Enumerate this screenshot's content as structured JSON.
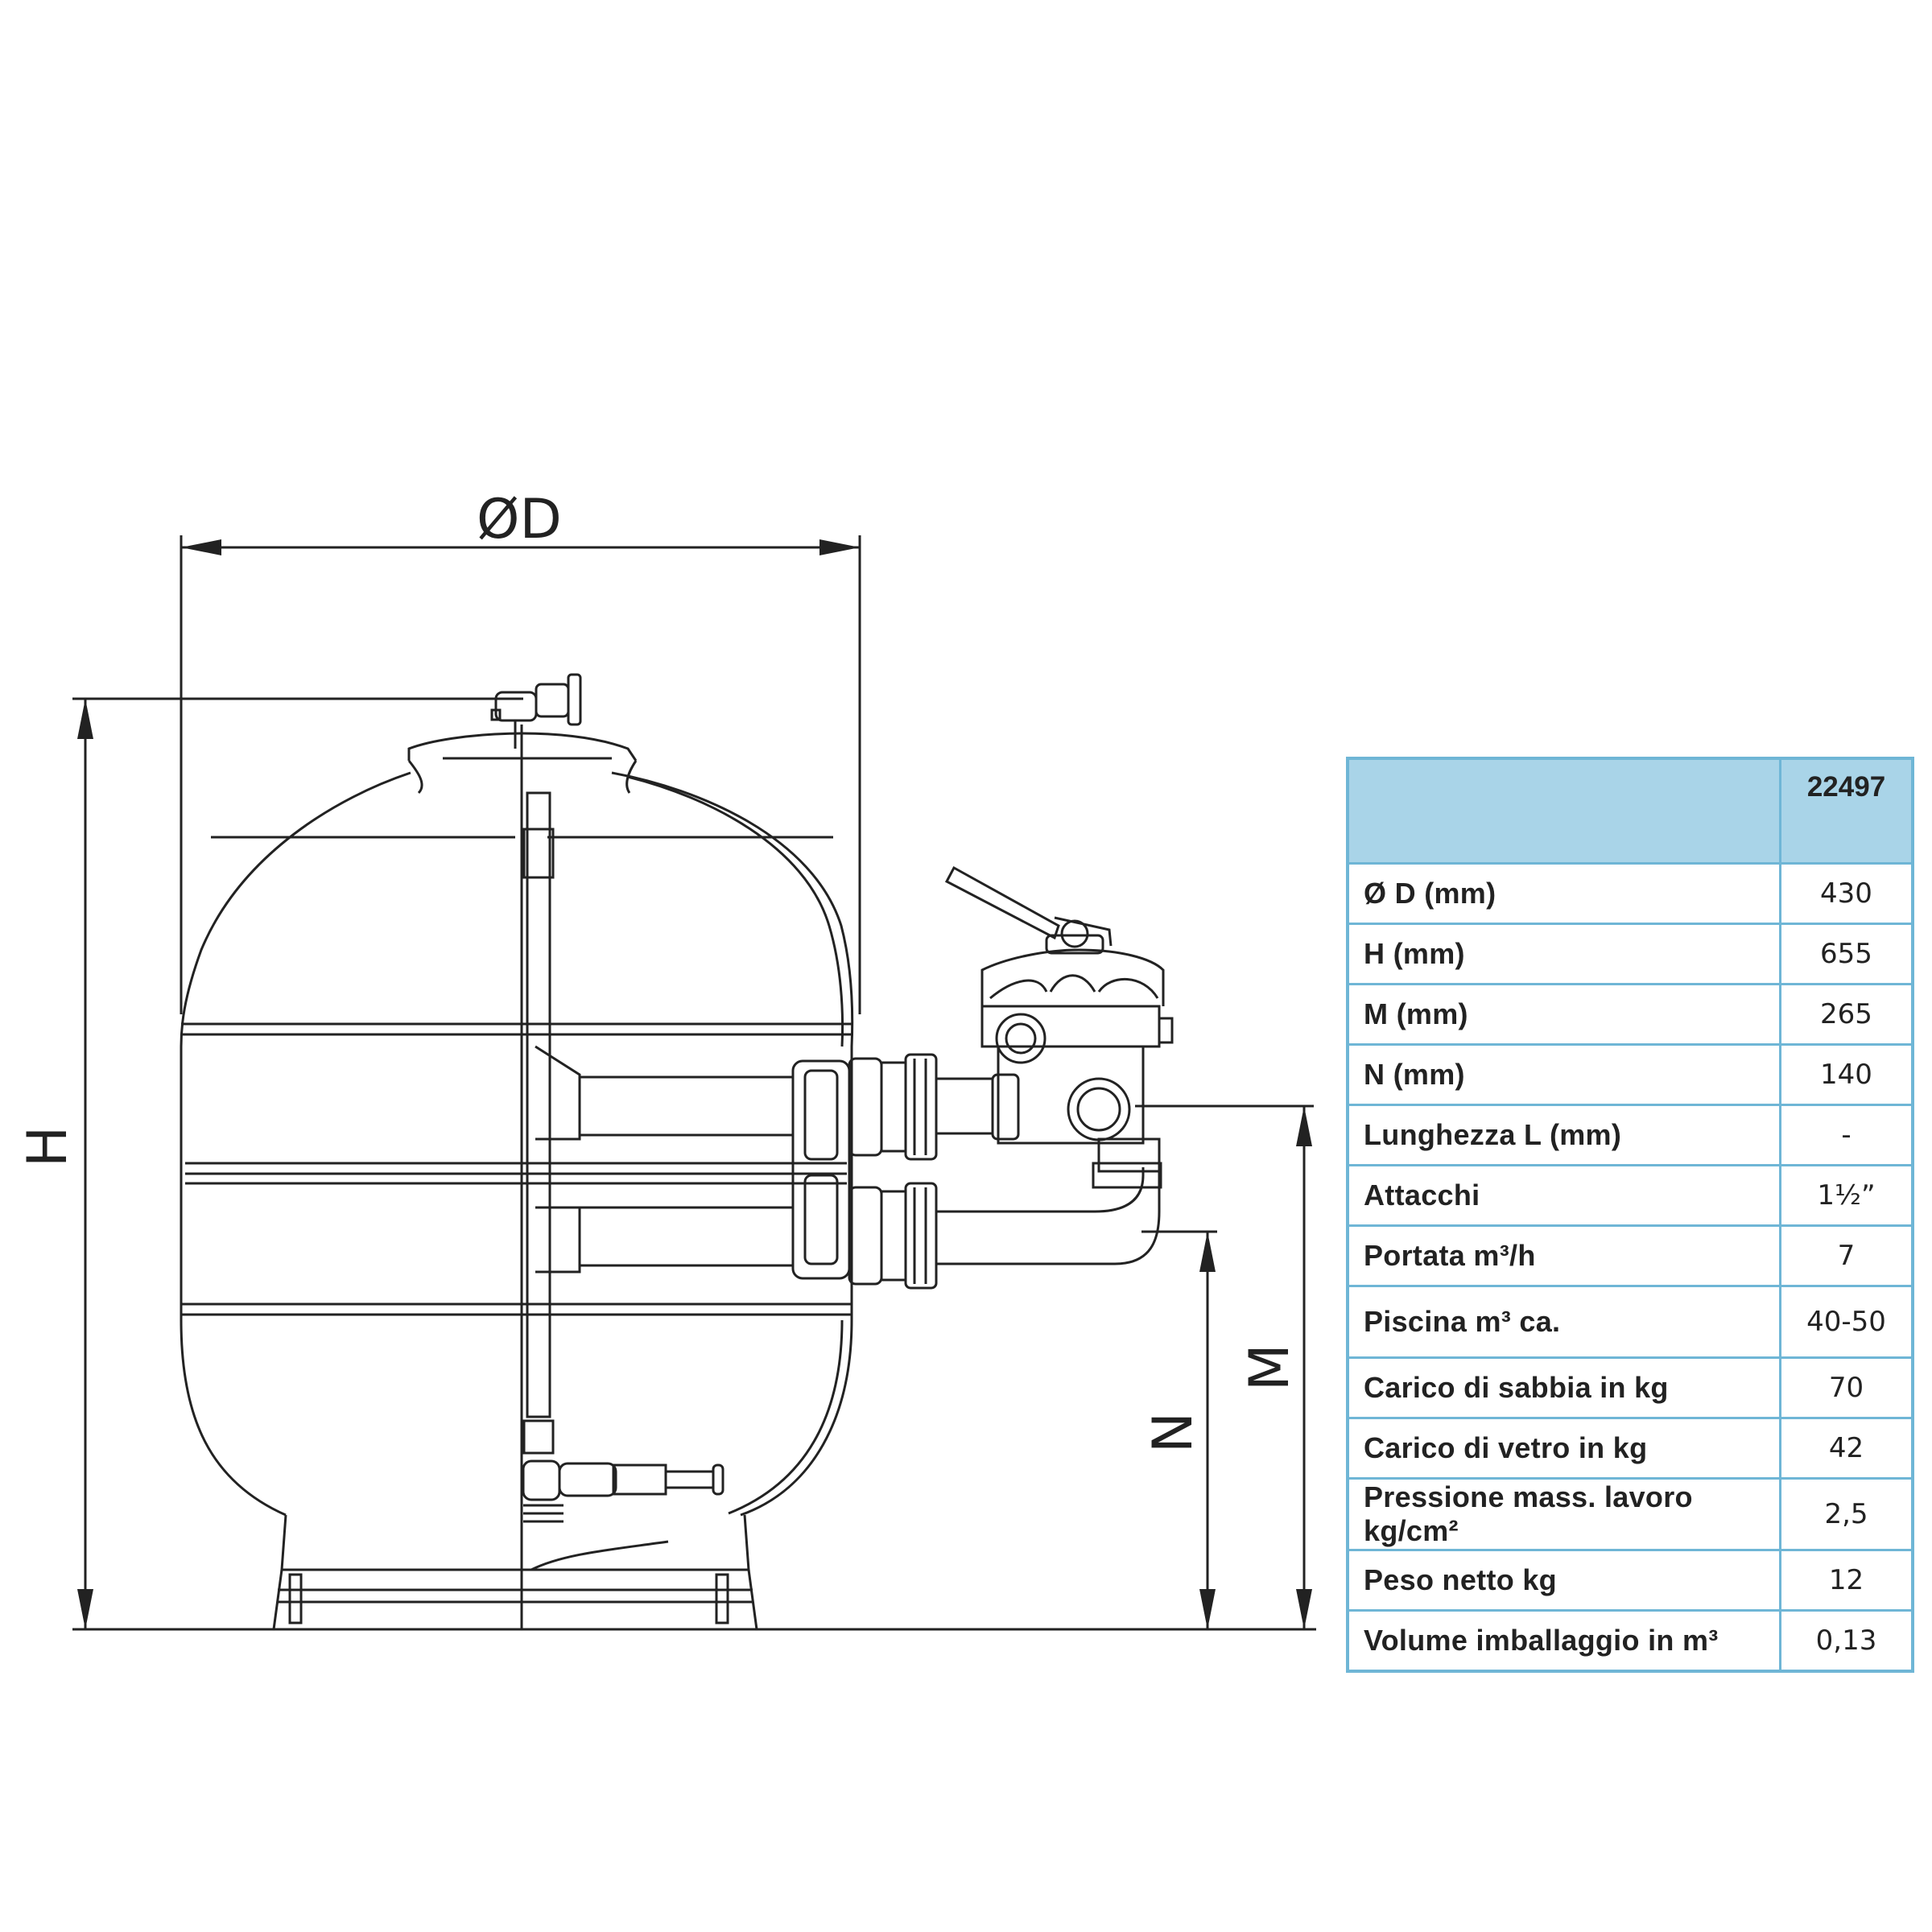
{
  "dimensions": {
    "diameter": "ØD",
    "height": "H",
    "m": "M",
    "n": "N"
  },
  "table": {
    "model": "22497",
    "rows": [
      {
        "label": "Ø D (mm)",
        "value": "430"
      },
      {
        "label": "H (mm)",
        "value": "655"
      },
      {
        "label": "M (mm)",
        "value": "265"
      },
      {
        "label": "N (mm)",
        "value": "140"
      },
      {
        "label": "Lunghezza L (mm)",
        "value": "-"
      },
      {
        "label": "Attacchi",
        "value": "1½”"
      },
      {
        "label": "Portata m³/h",
        "value": "7"
      },
      {
        "label": "Piscina m³ ca.",
        "value": "40-50"
      },
      {
        "label": "Carico di sabbia in kg",
        "value": "70"
      },
      {
        "label": "Carico di vetro in kg",
        "value": "42"
      },
      {
        "label": "Pressione mass. lavoro kg/cm²",
        "value": "2,5"
      },
      {
        "label": "Peso netto kg",
        "value": "12"
      },
      {
        "label": "Volume imballaggio in m³",
        "value": "0,13"
      }
    ]
  },
  "colors": {
    "table_border": "#6fb6d6",
    "table_header": "#a9d4e8",
    "line": "#222222"
  }
}
